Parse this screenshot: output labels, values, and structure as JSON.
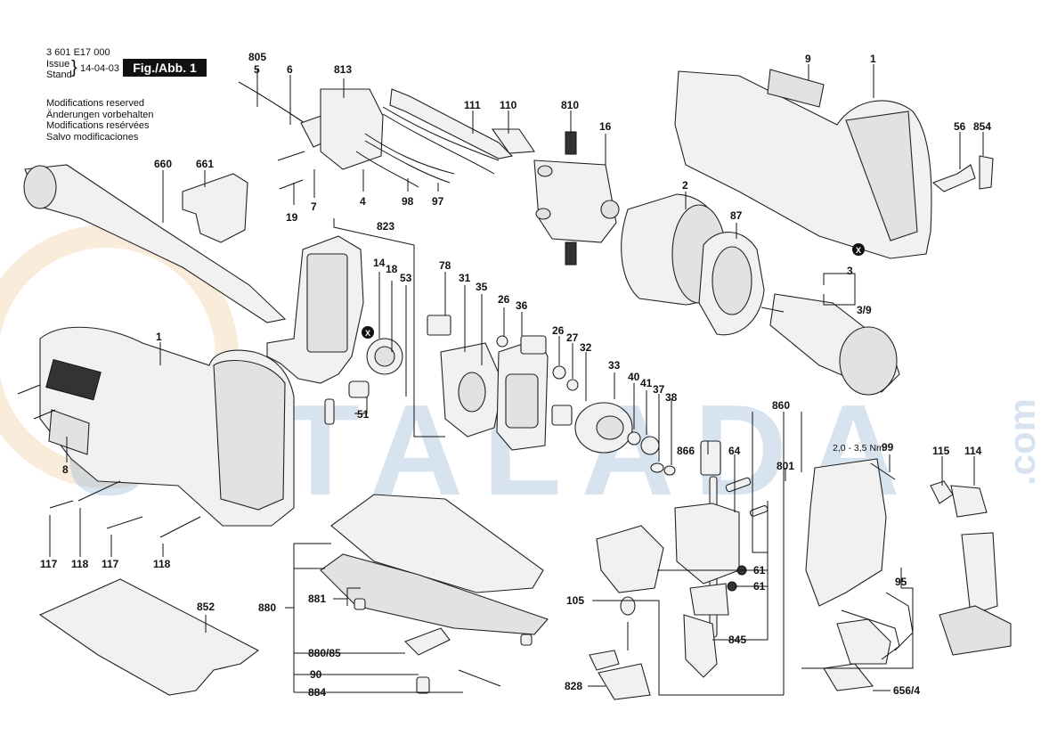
{
  "header": {
    "doc_number": "3 601 E17 000",
    "issue_label": "Issue",
    "stand_label": "Stand",
    "issue_date": "14-04-03",
    "figure_label": "Fig./Abb. 1"
  },
  "modifications": [
    "Modifications reserved",
    "Änderungen vorbehalten",
    "Modifications resérvées",
    "Salvo modificaciones"
  ],
  "torque_note": "2,0 - 3,5 Nm",
  "watermark": {
    "text": "USTALADA",
    "suffix": ".com",
    "color": "#8fb3d6"
  },
  "part_labels": {
    "p805": "805",
    "p5": "5",
    "p6": "6",
    "p813": "813",
    "p111": "111",
    "p110": "110",
    "p810": "810",
    "p16": "16",
    "p9": "9",
    "p1a": "1",
    "p56": "56",
    "p854": "854",
    "p660": "660",
    "p661": "661",
    "p19": "19",
    "p7": "7",
    "p4": "4",
    "p98": "98",
    "p97": "97",
    "p2": "2",
    "p87": "87",
    "p823": "823",
    "p14": "14",
    "p18": "18",
    "p53": "53",
    "p78": "78",
    "p31": "31",
    "p35": "35",
    "p26a": "26",
    "p36": "36",
    "p3": "3",
    "p39": "3/9",
    "p1b": "1",
    "p26b": "26",
    "p27": "27",
    "p32": "32",
    "p33": "33",
    "p40": "40",
    "p41": "41",
    "p37": "37",
    "p38": "38",
    "p51": "51",
    "p860": "860",
    "p8": "8",
    "p866": "866",
    "p64": "64",
    "p801": "801",
    "p99": "99",
    "p115": "115",
    "p114": "114",
    "p117a": "117",
    "p118a": "118",
    "p117b": "117",
    "p118b": "118",
    "p852": "852",
    "p880": "880",
    "p881": "881",
    "p88085": "880/85",
    "p90": "90",
    "p884": "884",
    "p105": "105",
    "p61a": "61",
    "p61b": "61",
    "p845": "845",
    "p95": "95",
    "p828": "828",
    "p6564": "656/4",
    "xa": "X",
    "xb": "X"
  }
}
